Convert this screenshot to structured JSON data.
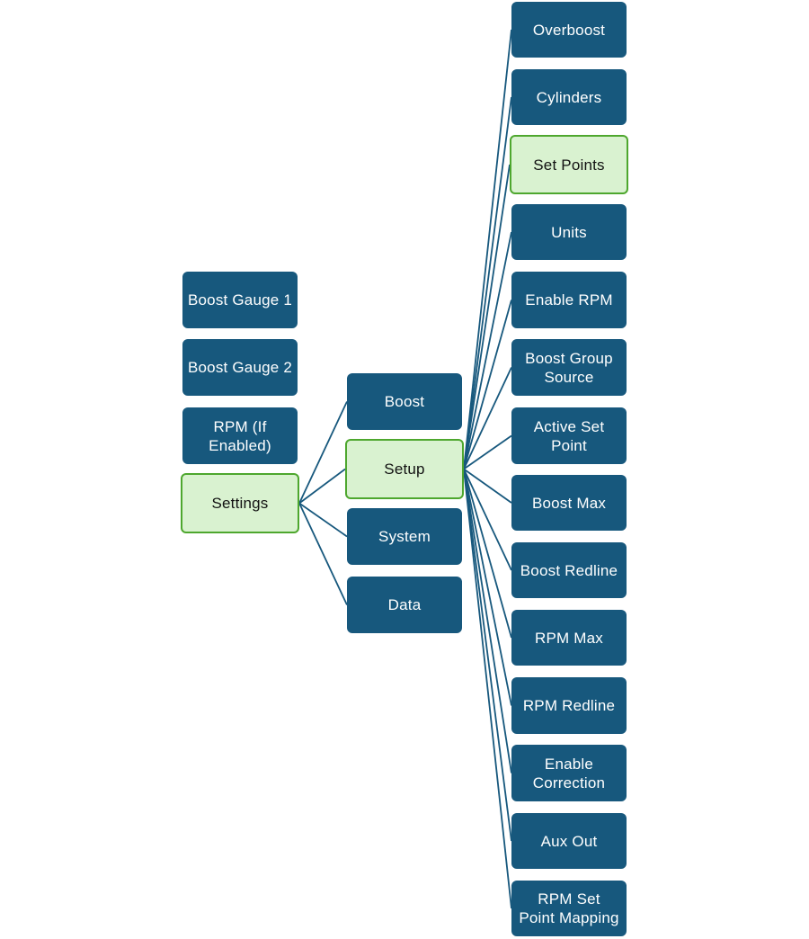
{
  "colors": {
    "node_fill": "#17587d",
    "node_text": "#ffffff",
    "selected_fill": "#d9f2d0",
    "selected_border": "#4ea72e",
    "selected_text": "#111111",
    "connector": "#17587d"
  },
  "menu": {
    "screens": [
      {
        "label": "Boost Gauge 1",
        "selected": false
      },
      {
        "label": "Boost Gauge 2",
        "selected": false
      },
      {
        "label": "RPM (If Enabled)",
        "selected": false
      },
      {
        "label": "Settings",
        "selected": true
      }
    ],
    "settings_items": [
      {
        "label": "Boost",
        "selected": false
      },
      {
        "label": "Setup",
        "selected": true
      },
      {
        "label": "System",
        "selected": false
      },
      {
        "label": "Data",
        "selected": false
      }
    ],
    "setup_items": [
      {
        "label": "Overboost",
        "selected": false
      },
      {
        "label": "Cylinders",
        "selected": false
      },
      {
        "label": "Set Points",
        "selected": true
      },
      {
        "label": "Units",
        "selected": false
      },
      {
        "label": "Enable RPM",
        "selected": false
      },
      {
        "label": "Boost Group Source",
        "selected": false
      },
      {
        "label": "Active Set Point",
        "selected": false
      },
      {
        "label": "Boost Max",
        "selected": false
      },
      {
        "label": "Boost Redline",
        "selected": false
      },
      {
        "label": "RPM Max",
        "selected": false
      },
      {
        "label": "RPM Redline",
        "selected": false
      },
      {
        "label": "Enable Correction",
        "selected": false
      },
      {
        "label": "Aux Out",
        "selected": false
      },
      {
        "label": "RPM Set Point Mapping",
        "selected": false
      }
    ]
  }
}
